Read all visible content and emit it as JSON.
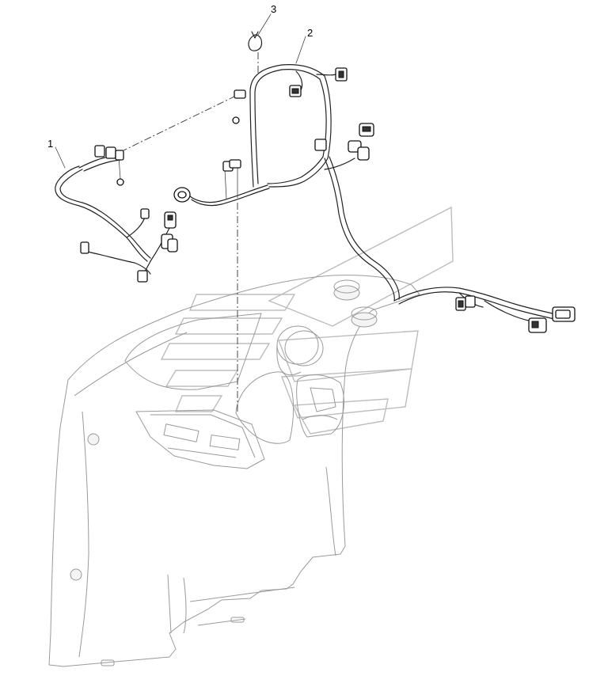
{
  "callouts": [
    {
      "id": "callout-1",
      "label": "1"
    },
    {
      "id": "callout-2",
      "label": "2"
    },
    {
      "id": "callout-3",
      "label": "3"
    }
  ],
  "colors": {
    "line": "#222222",
    "panel": "#9a9a9a",
    "watermark": "#bdbdbd",
    "background": "#ffffff"
  }
}
